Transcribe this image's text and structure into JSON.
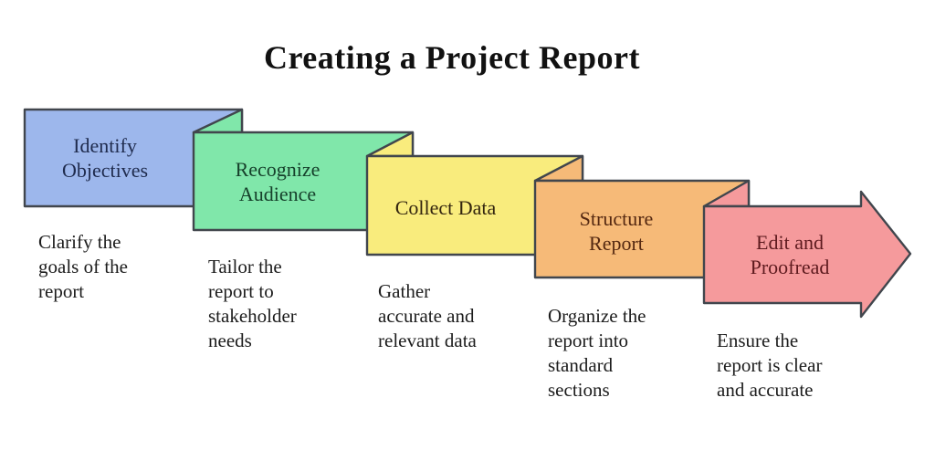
{
  "title": "Creating a Project Report",
  "colors": {
    "background": "#ffffff",
    "outline": "#41464d",
    "title_color": "#111111",
    "description_color": "#1c1c1c"
  },
  "steps": [
    {
      "label": "Identify\nObjectives",
      "description": "Clarify the\ngoals of the\nreport",
      "fill": "#9db7ec",
      "label_color": "#1f2b4d"
    },
    {
      "label": "Recognize\nAudience",
      "description": "Tailor the\nreport to\nstakeholder\nneeds",
      "fill": "#80e7aa",
      "label_color": "#16402b"
    },
    {
      "label": "Collect Data",
      "description": "Gather\naccurate and\nrelevant data",
      "fill": "#f9ec7d",
      "label_color": "#33250f"
    },
    {
      "label": "Structure\nReport",
      "description": "Organize the\nreport into\nstandard\nsections",
      "fill": "#f6ba78",
      "label_color": "#542811"
    },
    {
      "label": "Edit and\nProofread",
      "description": "Ensure the\nreport is clear\nand accurate",
      "fill": "#f59a9c",
      "label_color": "#5d1a1e"
    }
  ]
}
